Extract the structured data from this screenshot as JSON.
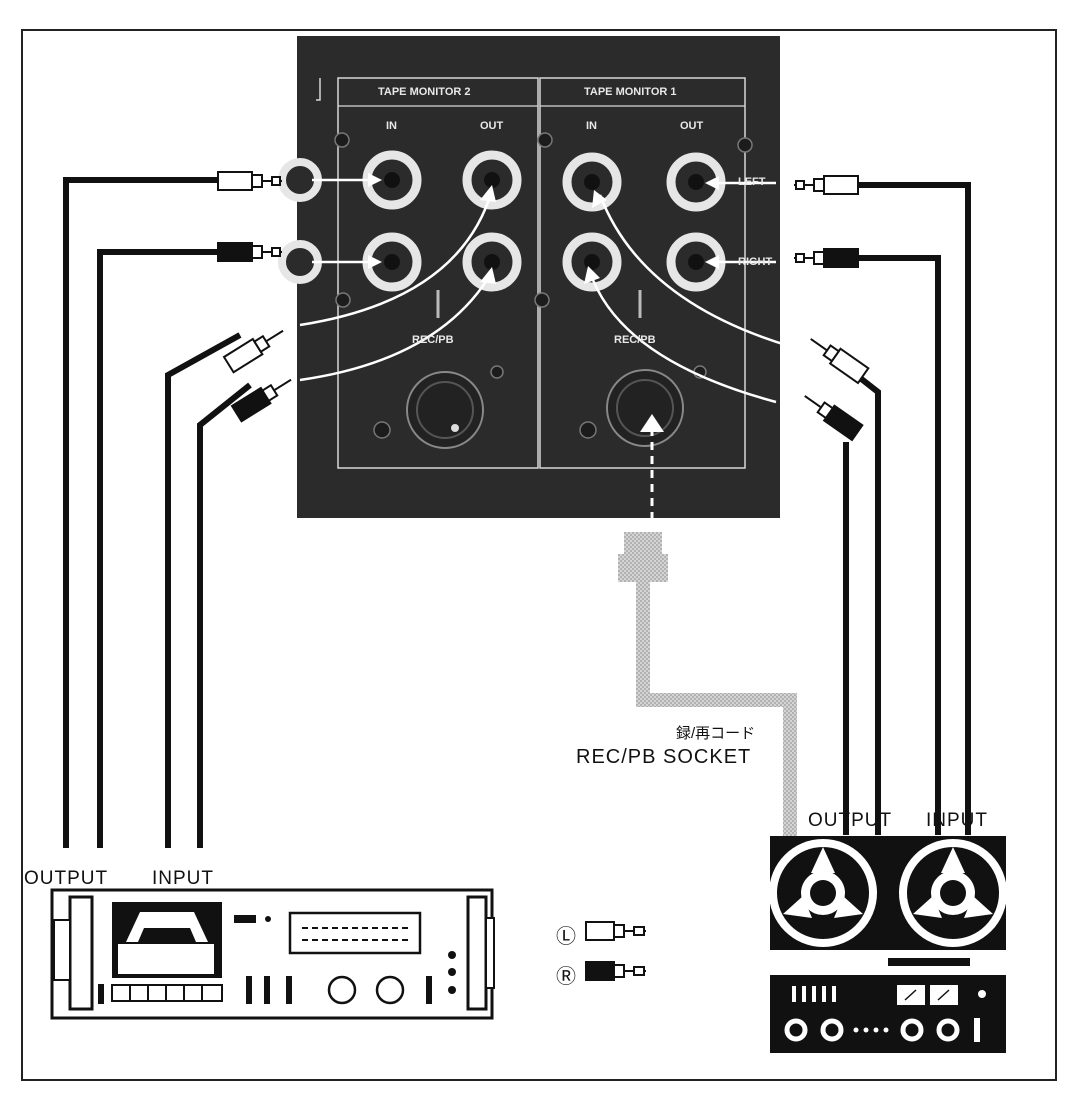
{
  "panel": {
    "section_left_label": "TAPE MONITOR 2",
    "section_right_label": "TAPE MONITOR 1",
    "in_label_left": "IN",
    "out_label_left": "OUT",
    "in_label_right": "IN",
    "out_label_right": "OUT",
    "rec_pb_left": "REC/PB",
    "rec_pb_right": "REC/PB",
    "left_channel": "LEFT",
    "right_channel": "RIGHT"
  },
  "socket_label": {
    "japanese": "録/再コード",
    "english": "REC/PB SOCKET"
  },
  "cassette_deck": {
    "output_label": "OUTPUT",
    "input_label": "INPUT"
  },
  "reel_deck": {
    "output_label": "OUTPUT",
    "input_label": "INPUT"
  },
  "legend": {
    "left_symbol": "Ⓛ",
    "right_symbol": "Ⓡ"
  },
  "colors": {
    "panel_bg": "#2b2b2b",
    "line": "#111111",
    "socket_cord": "#bdbdbd",
    "paper": "#ffffff"
  }
}
